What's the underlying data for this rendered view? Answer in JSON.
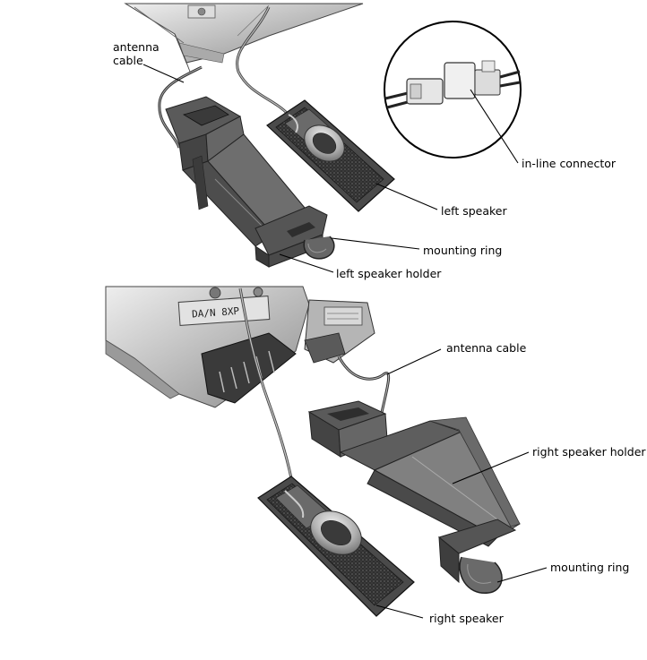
{
  "figure": {
    "callouts": {
      "antenna_cable_top": "antenna cable",
      "in_line_connector": "in-line connector",
      "left_speaker": "left speaker",
      "mounting_ring_top": "mounting ring",
      "left_speaker_holder": "left speaker holder",
      "antenna_cable_bottom": "antenna cable",
      "right_speaker_holder": "right speaker holder",
      "mounting_ring_bottom": "mounting ring",
      "right_speaker": "right speaker"
    },
    "part_marking": "DA/N 8XP",
    "colors": {
      "metal": "#c9c9c9",
      "plastic": "#555555",
      "dark": "#2a2a2a",
      "cable": "#8a8a8a",
      "foam": "#3a3a3a"
    }
  }
}
